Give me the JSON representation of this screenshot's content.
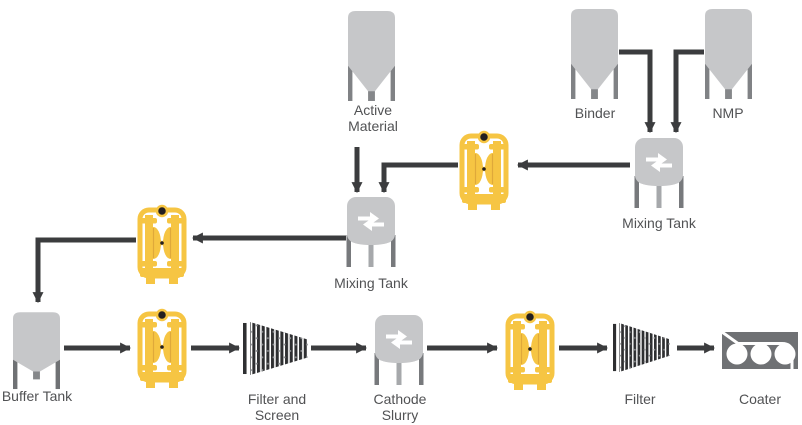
{
  "diagram": {
    "title": "cathode-slurry-process-flow",
    "labels": {
      "active_material": [
        "Active",
        "Material"
      ],
      "binder": "Binder",
      "nmp": "NMP",
      "mixing_tank_right": "Mixing Tank",
      "mixing_tank_center": "Mixing Tank",
      "buffer_tank": "Buffer Tank",
      "filter_screen": [
        "Filter and",
        "Screen"
      ],
      "cathode_slurry": [
        "Cathode",
        "Slurry"
      ],
      "filter": "Filter",
      "coater": "Coater"
    },
    "icons": {
      "silo": "hopper-silo-icon",
      "pump": "diaphragm-pump-icon",
      "mixing_tank": "mixing-tank-recycle-icon",
      "buffer_tank": "tank-icon",
      "filter": "filter-cone-icon",
      "coater": "coater-rollers-icon",
      "arrow": "flow-arrow"
    },
    "colors": {
      "background": "#FFFFFF",
      "pump_yellow": "#F6C543",
      "pump_dark": "#231F20",
      "tank_gray": "#C6C7C9",
      "leg_dark": "#77797C",
      "silo_leg": "#808285",
      "spout_gray": "#85878A",
      "arrow": "#3B3C3E",
      "label_text": "#515254",
      "filter_dark": "#2E2F31",
      "coater_gray": "#6F7174"
    },
    "connections": [
      [
        "silo-binder",
        "mixing-tank-binder-nmp"
      ],
      [
        "silo-nmp",
        "mixing-tank-binder-nmp"
      ],
      [
        "mixing-tank-binder-nmp",
        "diaphragm-pump-1"
      ],
      [
        "diaphragm-pump-1",
        "mixing-tank-main"
      ],
      [
        "silo-active-material",
        "mixing-tank-main"
      ],
      [
        "mixing-tank-main",
        "diaphragm-pump-2"
      ],
      [
        "diaphragm-pump-2",
        "buffer-tank"
      ],
      [
        "buffer-tank",
        "diaphragm-pump-3"
      ],
      [
        "diaphragm-pump-3",
        "filter-and-screen"
      ],
      [
        "filter-and-screen",
        "tank-cathode-slurry"
      ],
      [
        "tank-cathode-slurry",
        "diaphragm-pump-4"
      ],
      [
        "diaphragm-pump-4",
        "filter"
      ],
      [
        "filter",
        "coater"
      ]
    ]
  }
}
